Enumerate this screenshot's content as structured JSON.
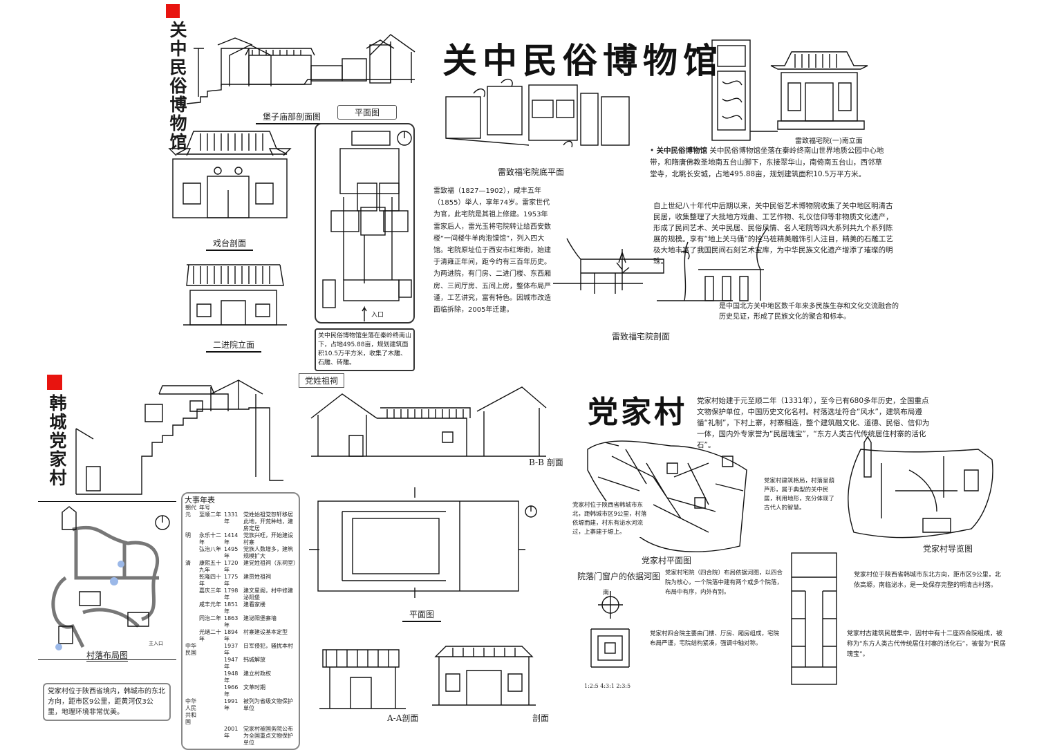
{
  "museum": {
    "title": "关中民俗博物馆",
    "vertical_title": "关中民俗博物馆",
    "captions": {
      "section_street": "堡子庙部剖面图",
      "plan": "平面图",
      "stage_section": "戏台剖面",
      "second_courtyard": "二进院立面",
      "lei_plan": "雷致福宅院底平面",
      "lei_elevation": "雷致福宅院(一)南立面",
      "lei_section": "雷致福宅院剖面",
      "entrance": "入口"
    },
    "plan_note": "关中民俗博物馆坐落在秦岭终南山下，占地495.88亩，规划建筑面积10.5万平方米，收集了木雕、石雕、砖雕。",
    "intro_heading": "关中民俗博物馆",
    "intro": "关中民俗博物馆坐落在秦岭终南山世界地质公园中心地带，和隋唐佛教圣地南五台山脚下，东接翠华山，南倚南五台山，西邻草堂寺，北眺长安城，占地495.88亩，规划建筑面积10.5万平方米。",
    "history": "自上世纪八十年代中后期以来，关中民俗艺术博物院收集了关中地区明清古民居，收集整理了大批地方戏曲、工艺作物、礼仪信仰等非物质文化遗产，形成了民间艺术、关中民居、民俗风情、名人宅院等四大系列共九个系列陈展的规模。享有“地上关马俑”的拴马桩精美雕饰引人注目，精美的石雕工艺极大地丰富了我国民间石刻艺术宝库，为中华民族文化遗产增添了璀璨的明珠。",
    "history2": "是中国北方关中地区数千年来多民族生存和文化交流融合的历史见证，形成了民族文化的聚合和标本。",
    "lei_bio": "雷致福（1827—1902），咸丰五年（1855）举人，享年74岁。雷家世代为官，此宅院是其祖上修建。1953年雷家后人，雷光玉将宅院转让给西安数楼“一间楼牛羊肉泡馍馆”，列入四大馆。宅院原址位于西安市红埠街，始建于清雍正年间，距今约有三百年历史。为两进院，有门房、二进门楼、东西厢房、三间厅房、五间上房，整体布局严谨，工艺讲究，富有特色。因城市改造面临拆除，2005年迁建。"
  },
  "village": {
    "title": "党家村",
    "vertical_title": "韩城党家村",
    "captions": {
      "ancestral_hall": "党姓祖祠",
      "bb_section": "B-B 剖面",
      "plan": "平面图",
      "aa_section": "A-A剖面",
      "section": "剖面",
      "village_map": "村落布局图",
      "village_plan": "党家村平面图",
      "village_tour": "党家村导览图",
      "courtyard_label": "院落门窗户的依据河图",
      "north": "南",
      "gate": "主入口"
    },
    "location_note": "党家村位于陕西省境内，韩城市的东北方向，距市区9公里，距黄河仅3公里，地理环境非常优美。",
    "intro": "党家村始建于元至顺二年（1331年），至今已有680多年历史，全国重点文物保护单位，中国历史文化名村。村落选址符合“风水”，建筑布局遵循“礼制”，下村上寨，村寨相连，整个建筑融文化、道德、民俗、信仰为一体，国内外专家誉为“民居瑰宝”，“东方人类古代传统居住村寨的活化石”。",
    "plan_note": "党家村位于陕西省韩城市东北，距韩城市区9公里，村落依塬而建，村东有泌水河流过，上寨建于塬上。",
    "layout_note": "党家村建筑格局，村落呈葫芦形，属于典型的关中民居，利用地形，充分体现了古代人的智慧。",
    "courtyard_note": "党家村宅院（四合院）布局依据河图，以四合院为核心，一个院落中建有两个或多个院落，布局中有序，内外有别。",
    "form_note": "党家村四合院主要由门楼、厅房、厢房组成，宅院布局严谨，宅院结构紧凑，强调中轴对称。",
    "bottom_note": "党家村位于陕西省韩城市东北方向，距市区9公里，北依高塬，南临泌水，是一处保存完整的明清古村落。",
    "bottom_note2": "党家村古建筑民居集中，因村中有十二座四合院组成，被称为“东方人类古代传统居住村寨的活化石”，被誉为“民居瑰宝”。",
    "ratios": "1:2:5  4:3:1  2:3:5",
    "timeline": {
      "title": "大事年表",
      "headers": [
        "朝代",
        "年号"
      ],
      "rows": [
        [
          "元",
          "至顺二年",
          "1331年",
          "党姓始祖党恕轩移居此地，开荒种地，建房定居"
        ],
        [
          "明",
          "永乐十二年",
          "1414年",
          "党族兴旺，开始建设村寨"
        ],
        [
          "",
          "弘治八年",
          "1495年",
          "党族人数增多，建筑规模扩大"
        ],
        [
          "清",
          "康熙五十九年",
          "1720年",
          "建党姓祖祠（东祠堂）"
        ],
        [
          "",
          "乾隆四十年",
          "1775年",
          "建贾姓祖祠"
        ],
        [
          "",
          "嘉庆三年",
          "1798年",
          "建文星阁，村中修建泌阳堡"
        ],
        [
          "",
          "咸丰元年",
          "1851年",
          "建看家楼"
        ],
        [
          "",
          "同治二年",
          "1863年",
          "建泌阳堡寨墙"
        ],
        [
          "",
          "光绪二十年",
          "1894年",
          "村寨建设基本定型"
        ],
        [
          "中华民国",
          "",
          "1937年",
          "日军侵犯，骚扰本村"
        ],
        [
          "",
          "",
          "1947年",
          "韩城解放"
        ],
        [
          "",
          "",
          "1948年",
          "建立村政权"
        ],
        [
          "",
          "",
          "1966年",
          "文革时期"
        ],
        [
          "中华人民共和国",
          "",
          "1991年",
          "被列为省级文物保护单位"
        ],
        [
          "",
          "",
          "2001年",
          "党家村被国务院公布为全国重点文物保护单位"
        ]
      ]
    }
  }
}
